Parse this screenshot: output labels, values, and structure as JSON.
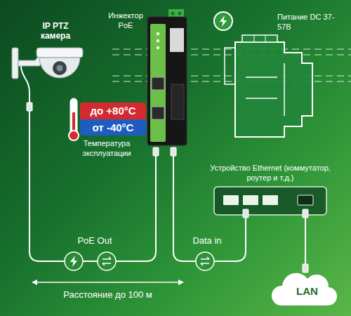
{
  "diagram": {
    "nodes": [
      {
        "text": [
          "IP PTZ камера"
        ]
      },
      {
        "text": [
          "Инжектор PoE"
        ]
      },
      {
        "text": [
          "Питание DC 37-57В"
        ]
      },
      {
        "text": [
          "до +80°C",
          "от -40°C",
          "Температура эксплуатации"
        ]
      },
      {
        "text": [
          "Устройство Ethernet (коммутатор, роутер и т.д.)"
        ]
      },
      {
        "text": [
          "LAN"
        ]
      }
    ],
    "edges": [
      {
        "from": 1,
        "to": 0,
        "label": "PoE Out",
        "arrow": "none"
      },
      {
        "from": 1,
        "to": 4,
        "label": "Data in",
        "arrow": "none"
      },
      {
        "from": 4,
        "to": 5,
        "arrow": "none"
      }
    ],
    "labels": [
      "Расстояние до 100 м"
    ]
  }
}
